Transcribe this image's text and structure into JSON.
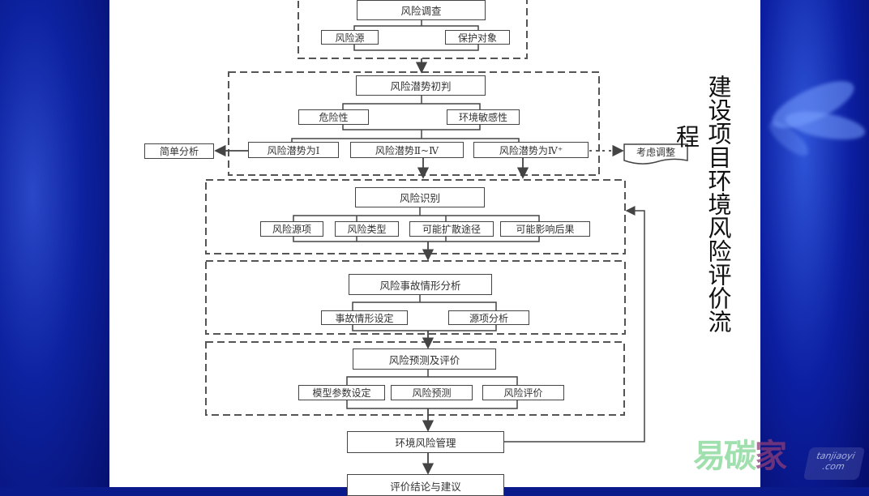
{
  "title": {
    "main": "建设项目环境风险评价流",
    "tail": "程"
  },
  "flowchart": {
    "survey": {
      "title": "风险调查",
      "items": [
        "风险源",
        "保护对象"
      ]
    },
    "potential": {
      "title": "风险潜势初判",
      "items": [
        "危险性",
        "环境敏感性"
      ],
      "levels": [
        "风险潜势为Ⅰ",
        "风险潜势Ⅱ~Ⅳ",
        "风险潜势为Ⅳ⁺"
      ]
    },
    "simple_analysis": "简单分析",
    "adjust": "考虑调整",
    "identification": {
      "title": "风险识别",
      "items": [
        "风险源项",
        "风险类型",
        "可能扩散途径",
        "可能影响后果"
      ]
    },
    "scenario": {
      "title": "风险事故情形分析",
      "items": [
        "事故情形设定",
        "源项分析"
      ]
    },
    "prediction": {
      "title": "风险预测及评价",
      "items": [
        "模型参数设定",
        "风险预测",
        "风险评价"
      ]
    },
    "management": "环境风险管理",
    "conclusion": "评价结论与建议"
  },
  "watermark": {
    "cn": "易碳家",
    "en1": "tanjiaoyi",
    "en2": ".com"
  },
  "colors": {
    "background": "#0a1a8a",
    "line": "#444444",
    "slide": "#ffffff"
  }
}
